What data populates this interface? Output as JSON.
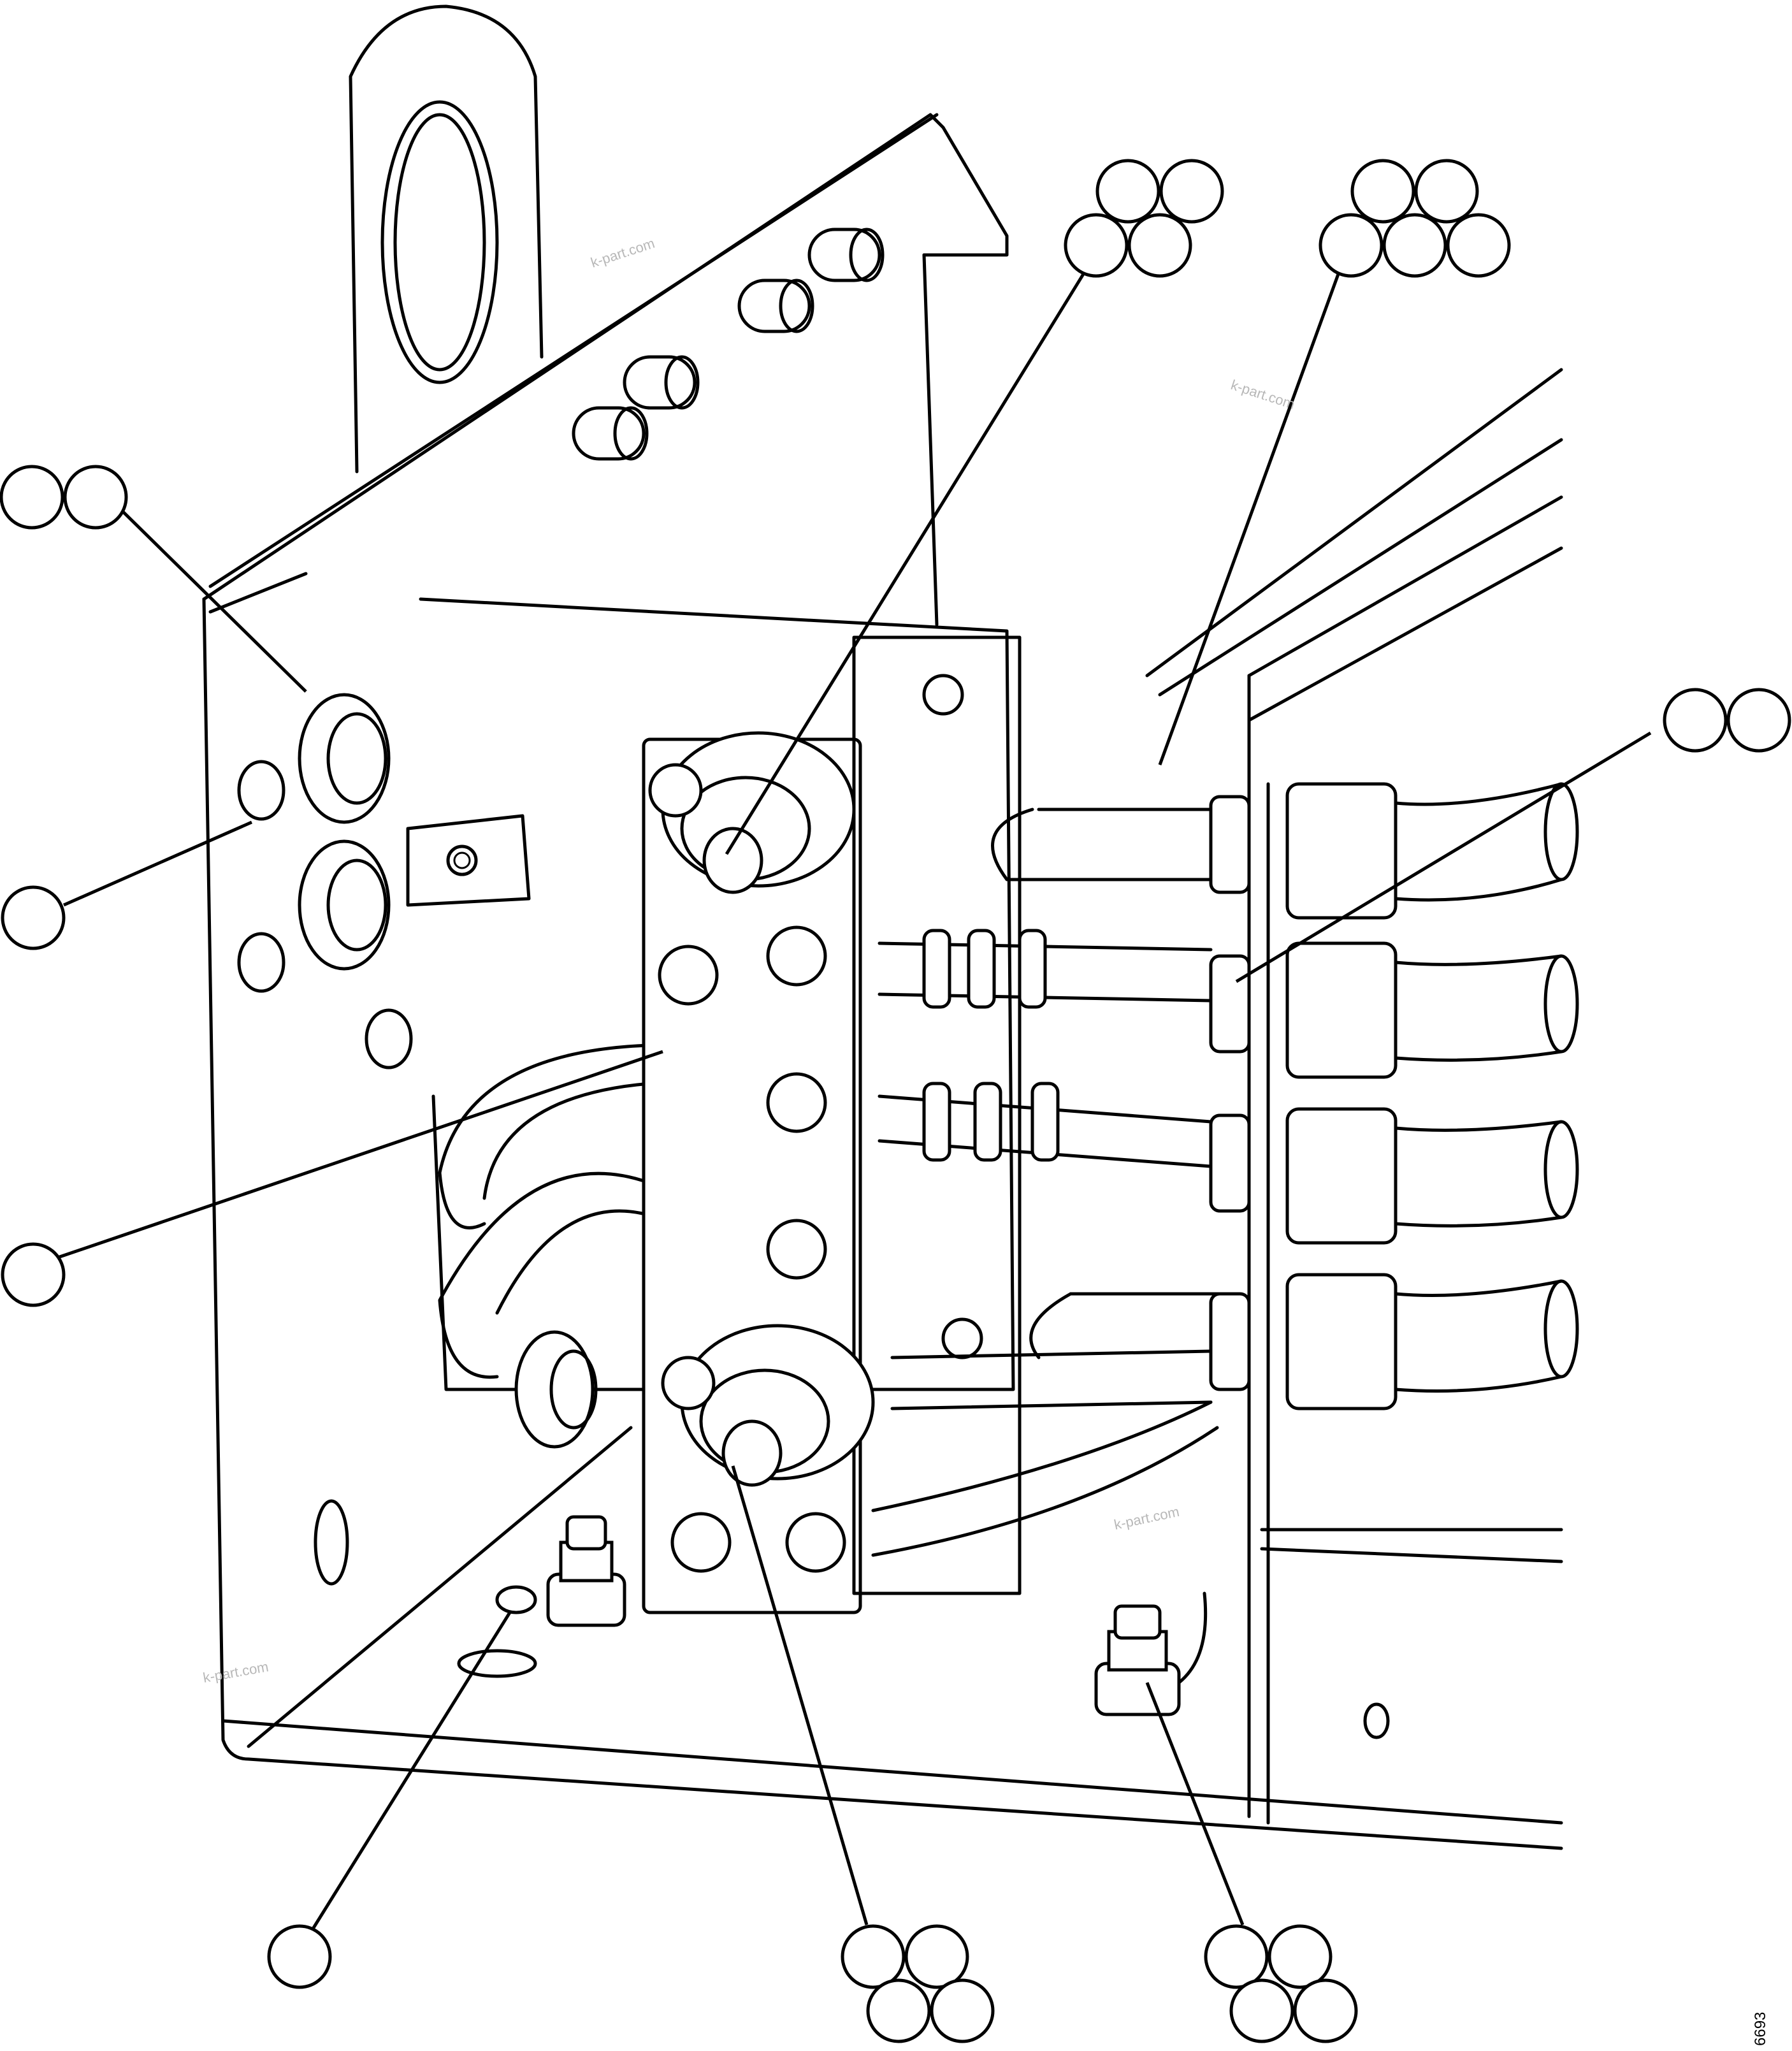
{
  "watermark": "k-part.com",
  "drawing_ref": "6693",
  "callout_groups": [
    {
      "id": "top-center",
      "bubbles": 4,
      "label_texts": [
        "",
        "",
        "",
        ""
      ]
    },
    {
      "id": "top-right",
      "bubbles": 5,
      "label_texts": [
        "",
        "",
        "",
        "",
        ""
      ]
    },
    {
      "id": "upper-left",
      "bubbles": 2,
      "label_texts": [
        "",
        ""
      ]
    },
    {
      "id": "left-middle",
      "bubbles": 1,
      "label_texts": [
        ""
      ]
    },
    {
      "id": "right-fittings",
      "bubbles": 2,
      "label_texts": [
        "",
        ""
      ]
    },
    {
      "id": "left-terminal-block",
      "bubbles": 1,
      "label_texts": [
        ""
      ]
    },
    {
      "id": "bottom-left",
      "bubbles": 1,
      "label_texts": [
        ""
      ]
    },
    {
      "id": "bottom-center",
      "bubbles": 4,
      "label_texts": [
        "",
        "",
        "",
        ""
      ]
    },
    {
      "id": "bottom-right",
      "bubbles": 4,
      "label_texts": [
        "",
        "",
        "",
        ""
      ]
    }
  ]
}
